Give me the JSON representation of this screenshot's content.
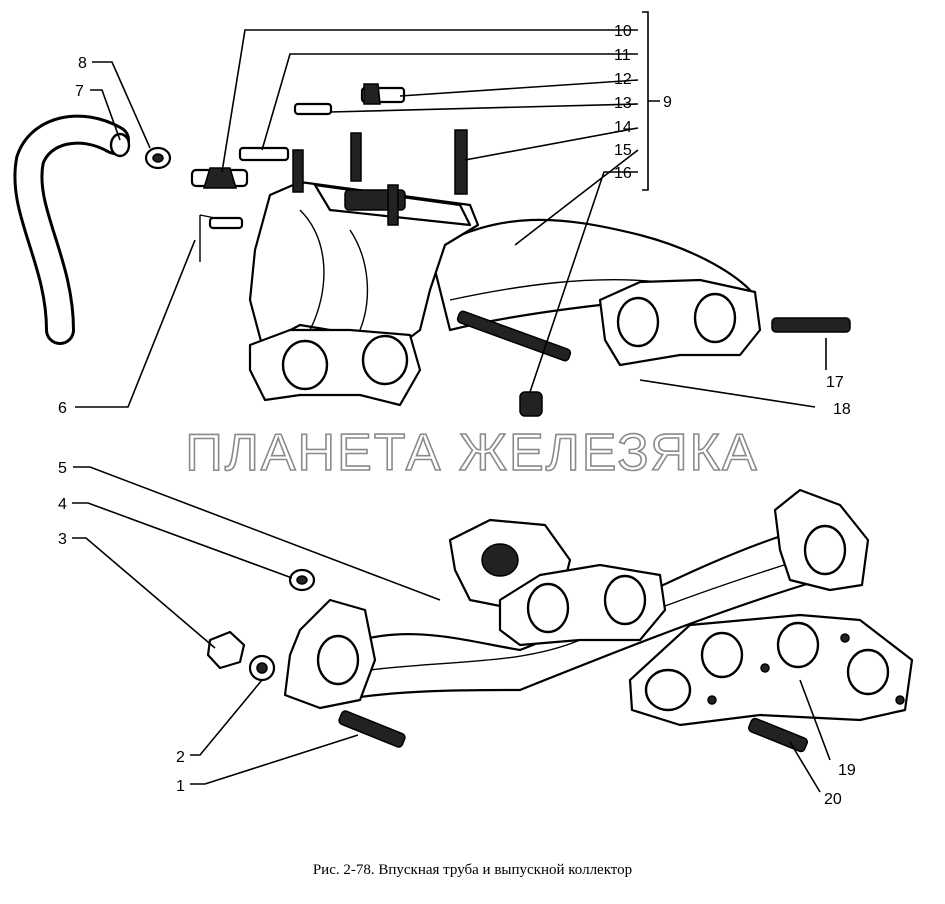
{
  "watermark": "ПЛАНЕТА ЖЕЛЕЗЯКА",
  "caption": "Рис. 2-78. Впускная труба и выпускной коллектор",
  "callouts": [
    "1",
    "2",
    "3",
    "4",
    "5",
    "6",
    "7",
    "8",
    "9",
    "10",
    "11",
    "12",
    "13",
    "14",
    "15",
    "16",
    "17",
    "18",
    "19",
    "20"
  ]
}
